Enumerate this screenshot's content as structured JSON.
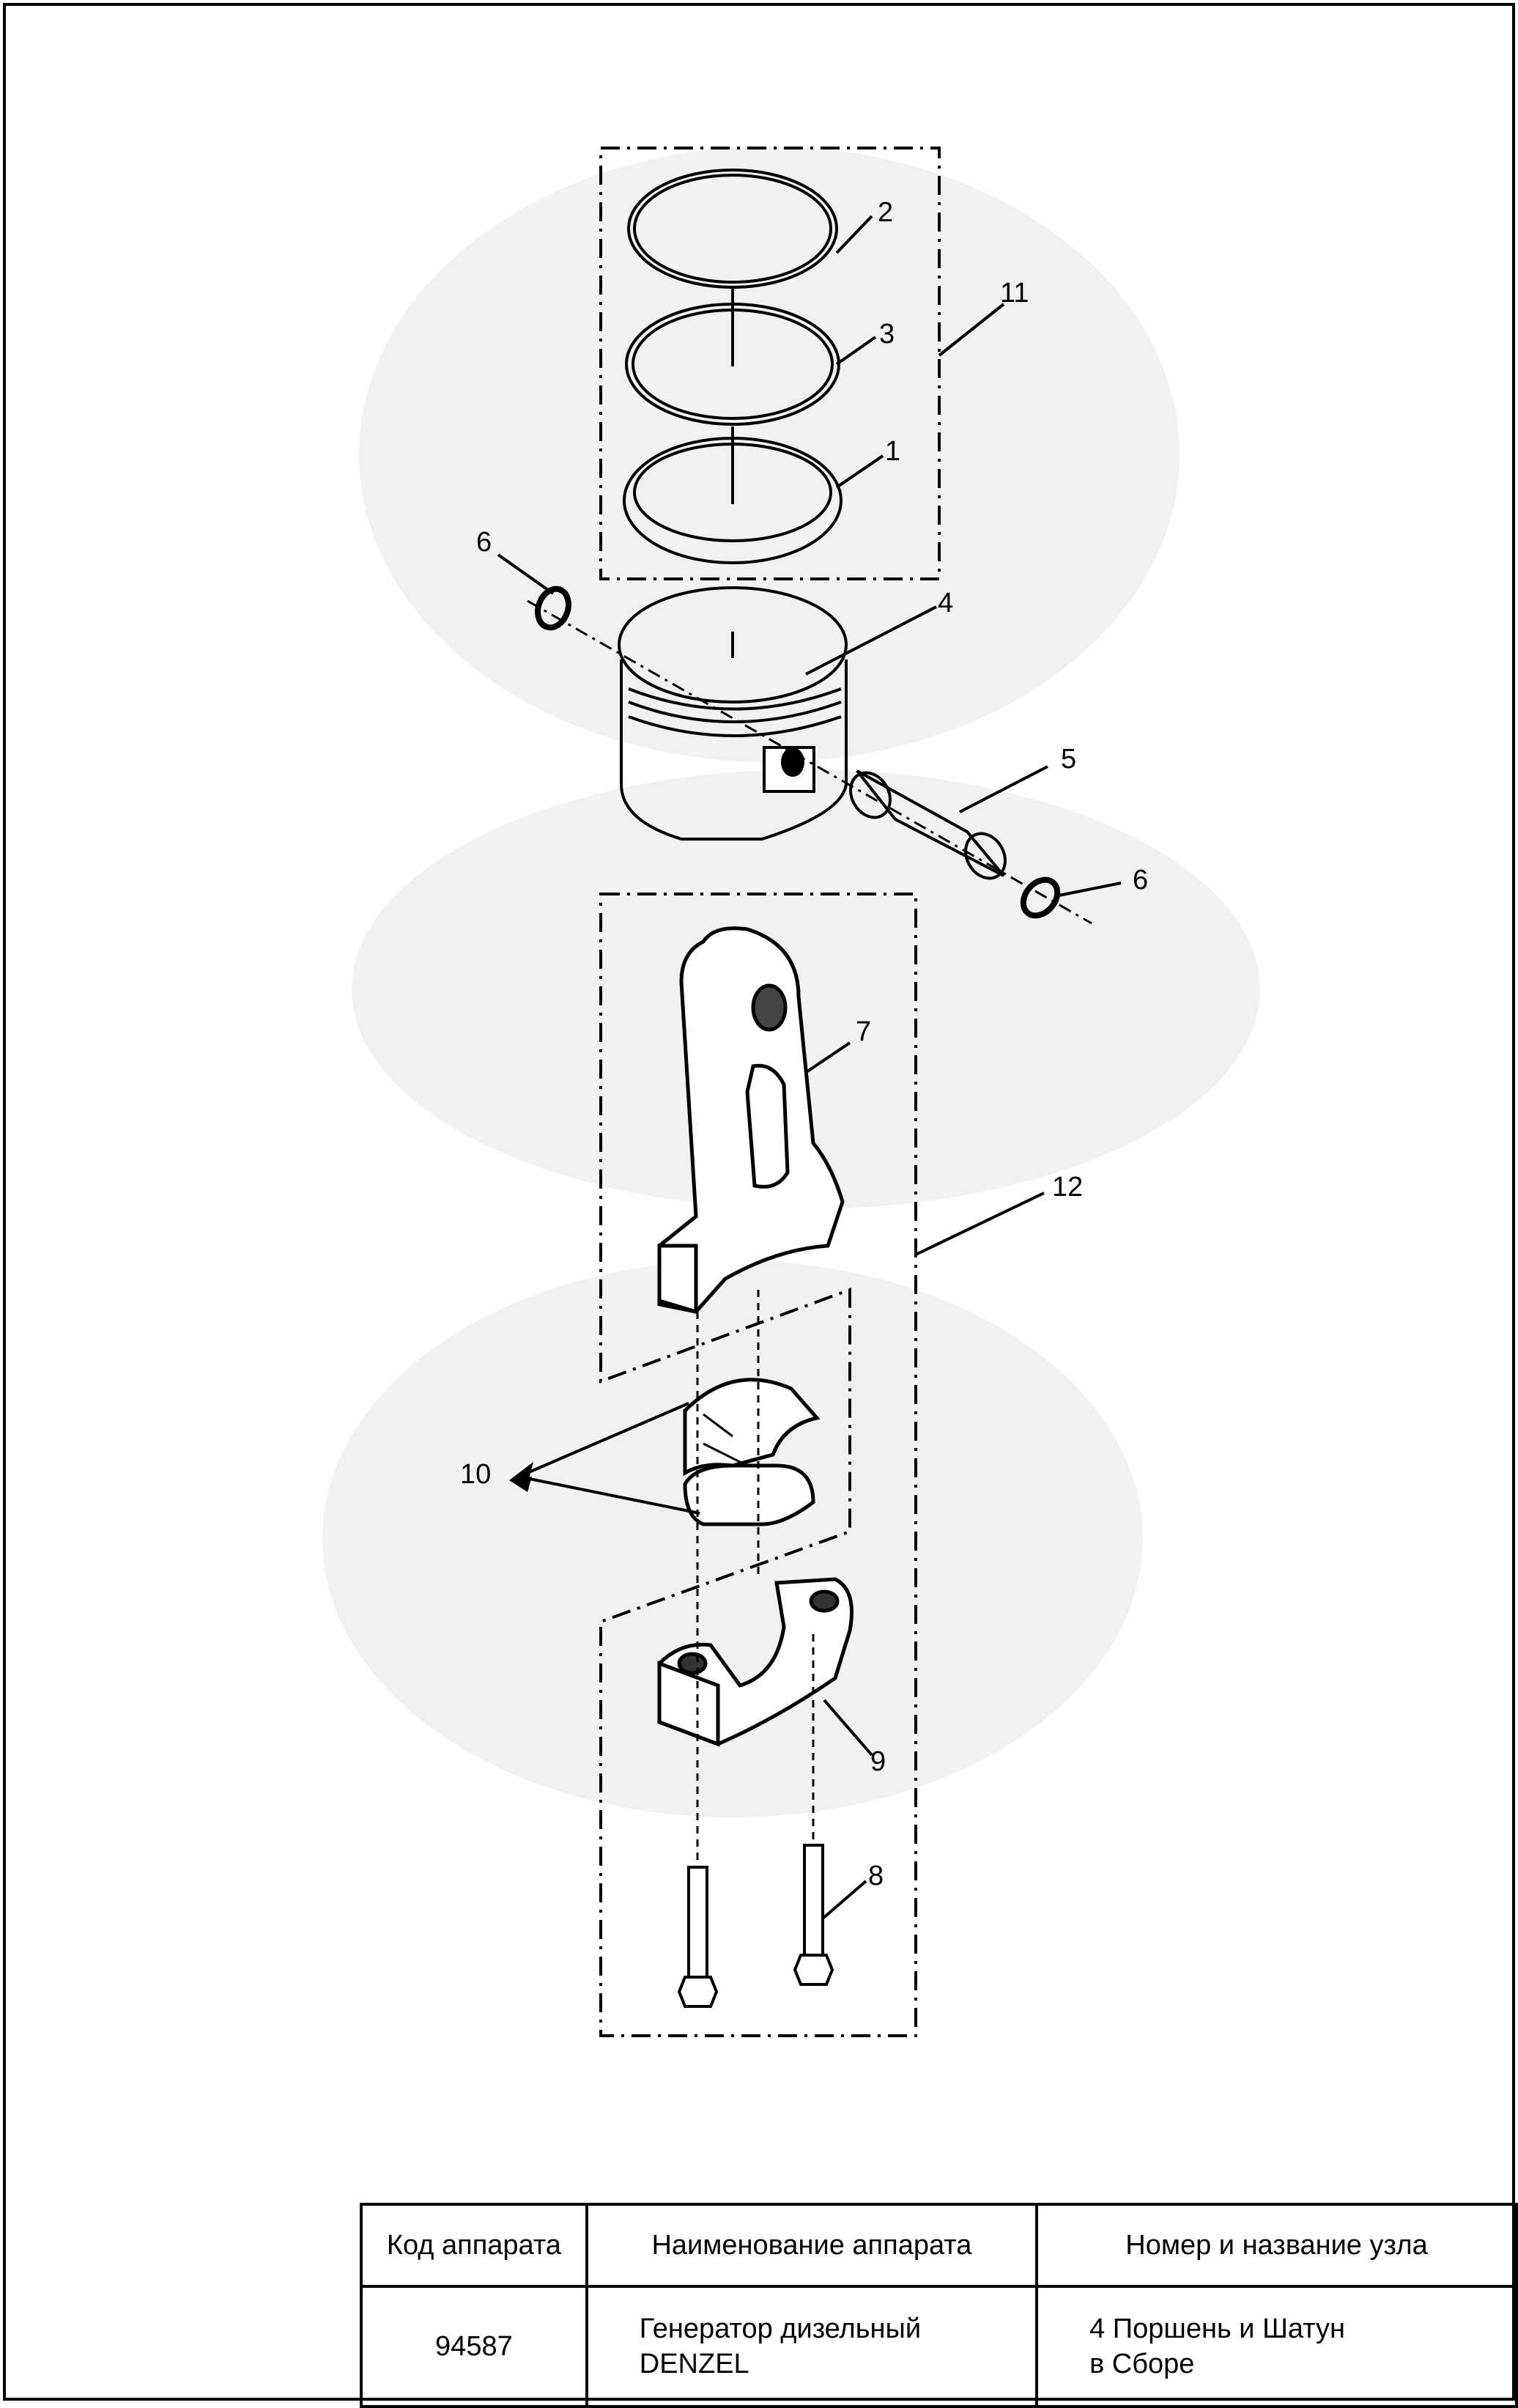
{
  "callouts": {
    "c1": "1",
    "c2": "2",
    "c3": "3",
    "c4": "4",
    "c5": "5",
    "c6a": "6",
    "c6b": "6",
    "c7": "7",
    "c8": "8",
    "c9": "9",
    "c10": "10",
    "c11": "11",
    "c12": "12"
  },
  "title_block": {
    "headers": {
      "code": "Код аппарата",
      "name": "Наименование аппарата",
      "unit": "Номер и название узла"
    },
    "values": {
      "code": "94587",
      "name_line1": "Генератор дизельный",
      "name_line2": "DENZEL",
      "unit_line1": "4 Поршень и Шатун",
      "unit_line2": "в Сборе"
    }
  }
}
